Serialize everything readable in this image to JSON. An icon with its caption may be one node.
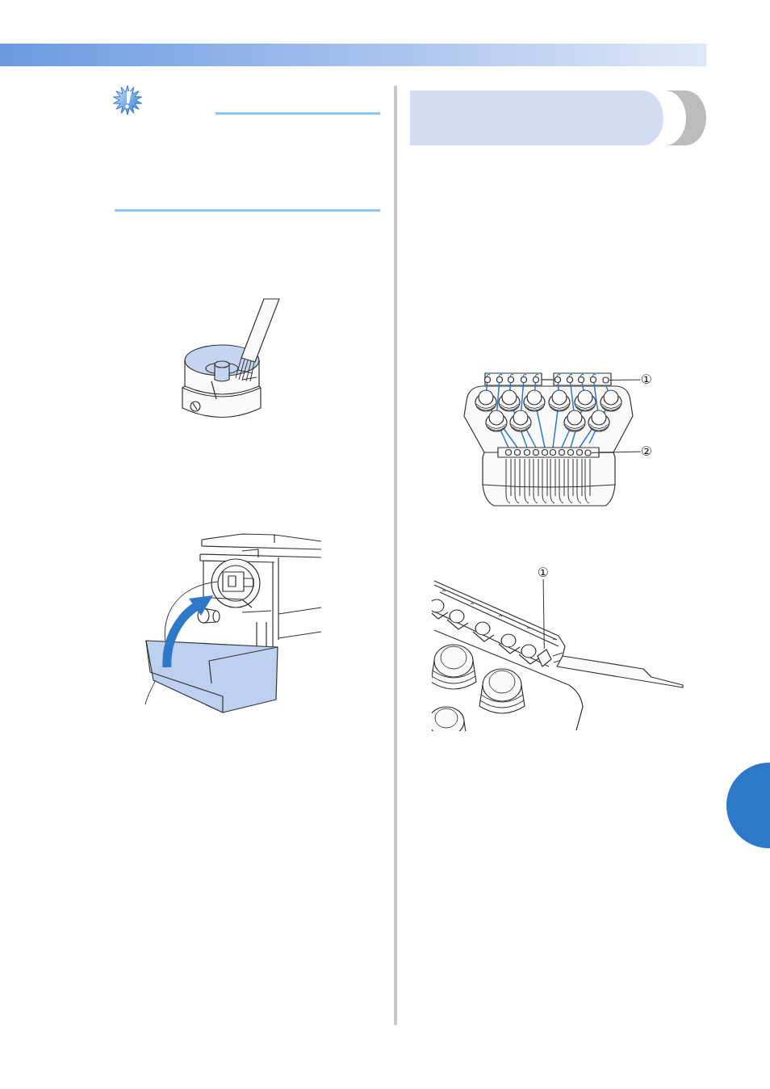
{
  "diagram": {
    "nodes": [
      {
        "text": [
          "①"
        ]
      },
      {
        "text": [],
        "shape": "circle"
      },
      {
        "text": [
          "②"
        ]
      },
      {
        "text": [],
        "shape": "circle"
      },
      {
        "text": [
          "①"
        ]
      },
      {
        "text": [],
        "shape": "box"
      },
      {
        "text": [],
        "shape": "circle"
      }
    ],
    "edges": [
      {
        "from": 0,
        "to": 1,
        "arrow": "none"
      },
      {
        "from": 2,
        "to": 3,
        "arrow": "none"
      },
      {
        "from": 4,
        "to": 5,
        "arrow": "none"
      }
    ]
  }
}
